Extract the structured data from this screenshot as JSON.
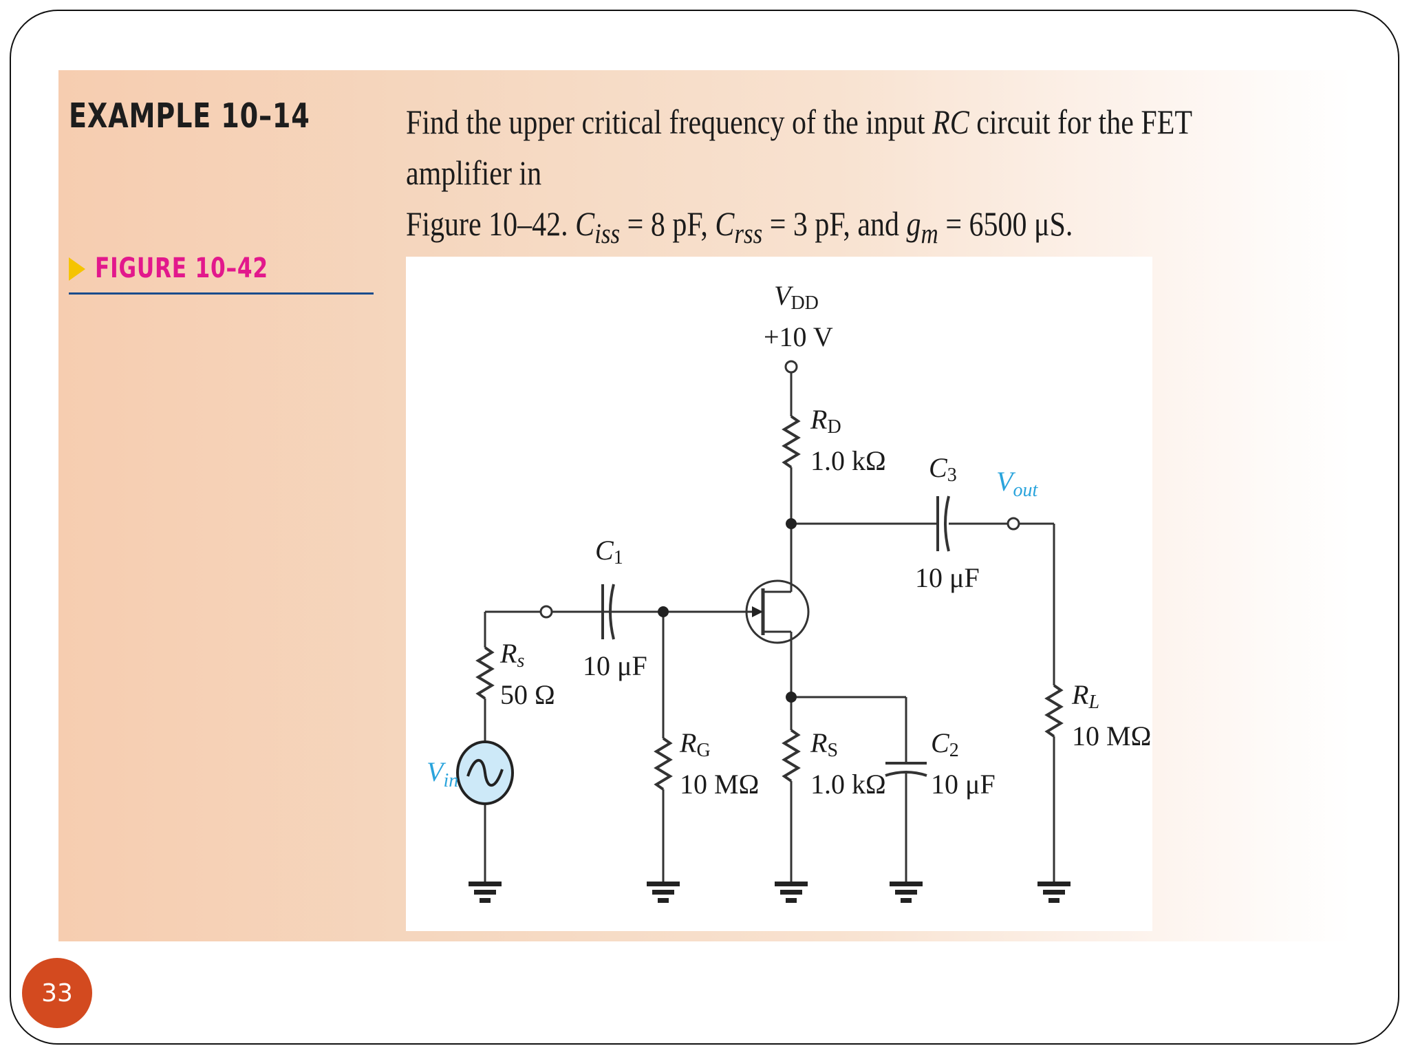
{
  "example": {
    "label": "EXAMPLE 10–14"
  },
  "problem": {
    "line1_pre": "Find the upper critical frequency of the input ",
    "line1_italic": "RC",
    "line1_post": " circuit for the FET amplifier in",
    "line2_prefix": "Figure 10–42. ",
    "ciss_symbol": "C",
    "ciss_sub": "iss",
    "ciss_value": " = 8 pF, ",
    "crss_symbol": "C",
    "crss_sub": "rss",
    "crss_value": " = 3 pF, and ",
    "gm_symbol": "g",
    "gm_sub": "m",
    "gm_value": " = 6500 μS."
  },
  "figure": {
    "label": "FIGURE 10–42",
    "components": {
      "vdd_name": "V",
      "vdd_sub": "DD",
      "vdd_value": "+10 V",
      "rd_name": "R",
      "rd_sub": "D",
      "rd_value": "1.0 kΩ",
      "c3_name": "C",
      "c3_sub": "3",
      "c3_value": "10 μF",
      "vout_name": "V",
      "vout_sub": "out",
      "c1_name": "C",
      "c1_sub": "1",
      "c1_value": "10 μF",
      "rsig_name": "R",
      "rsig_sub": "s",
      "rsig_value": "50 Ω",
      "rg_name": "R",
      "rg_sub": "G",
      "rg_value": "10 MΩ",
      "rs_name": "R",
      "rs_sub": "S",
      "rs_value": "1.0 kΩ",
      "c2_name": "C",
      "c2_sub": "2",
      "c2_value": "10 μF",
      "rl_name": "R",
      "rl_sub": "L",
      "rl_value": "10 MΩ",
      "vin_name": "V",
      "vin_sub": "in"
    }
  },
  "page": {
    "number": "33"
  },
  "colors": {
    "accent_pink": "#e2188c",
    "arrow_yellow": "#f5c400",
    "rule_blue": "#1a4c8c",
    "signal_blue": "#2aa4dc",
    "badge": "#d34a1f"
  }
}
